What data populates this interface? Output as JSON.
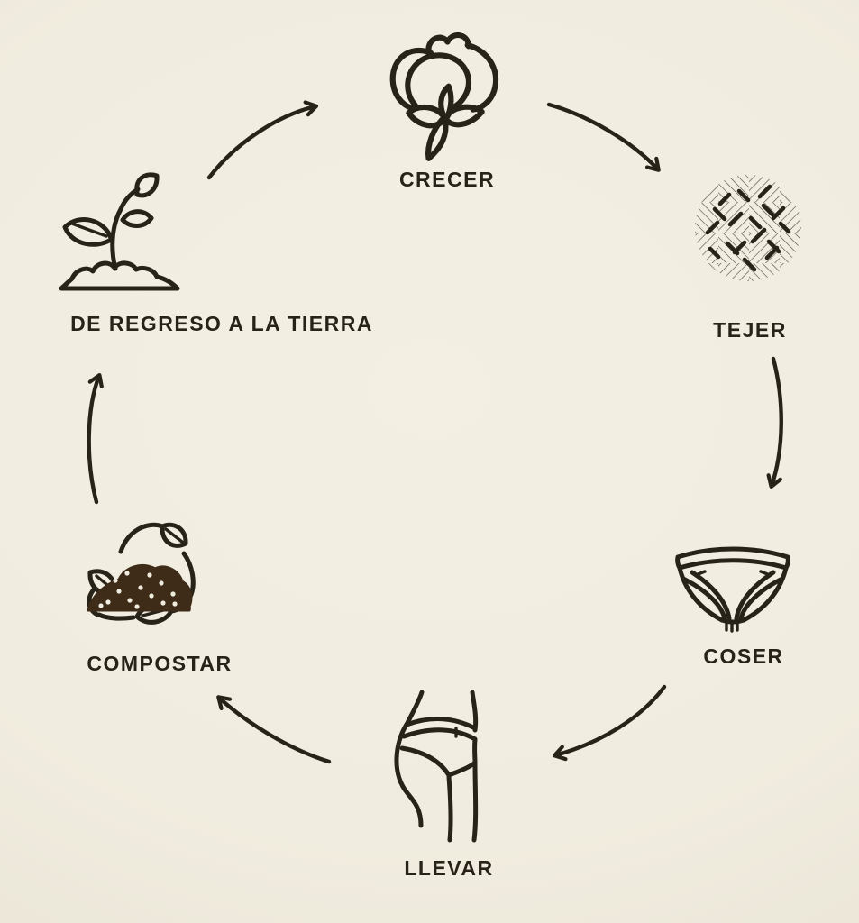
{
  "diagram": {
    "type": "cycle",
    "language": "es",
    "colors": {
      "background": "#f0ecdf",
      "ink": "#272319",
      "compost_brown": "#3e2b18",
      "compost_dots": "#f0ecdf"
    },
    "nodes": [
      {
        "id": "crecer",
        "label": "CRECER",
        "icon": "cotton-boll-icon"
      },
      {
        "id": "tejer",
        "label": "TEJER",
        "icon": "woven-fabric-icon"
      },
      {
        "id": "coser",
        "label": "COSER",
        "icon": "underwear-icon"
      },
      {
        "id": "llevar",
        "label": "LLEVAR",
        "icon": "hips-wearing-underwear-icon"
      },
      {
        "id": "compostar",
        "label": "COMPOSTAR",
        "icon": "compost-pile-icon"
      },
      {
        "id": "tierra",
        "label": "DE REGRESO A LA TIERRA",
        "icon": "seedling-soil-icon"
      }
    ],
    "edges": [
      {
        "from": "crecer",
        "to": "tejer"
      },
      {
        "from": "tejer",
        "to": "coser"
      },
      {
        "from": "coser",
        "to": "llevar"
      },
      {
        "from": "llevar",
        "to": "compostar"
      },
      {
        "from": "compostar",
        "to": "tierra"
      },
      {
        "from": "tierra",
        "to": "crecer"
      }
    ]
  }
}
